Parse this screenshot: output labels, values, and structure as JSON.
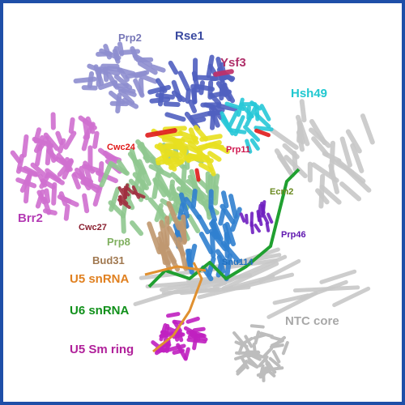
{
  "labels": {
    "prp2": {
      "text": "Prp2",
      "color": "#7878b8"
    },
    "rse1": {
      "text": "Rse1",
      "color": "#3a4aa0"
    },
    "ysf3": {
      "text": "Ysf3",
      "color": "#b0306a"
    },
    "hsh49": {
      "text": "Hsh49",
      "color": "#20c8d0"
    },
    "cwc24": {
      "text": "Cwc24",
      "color": "#e01818"
    },
    "prp11": {
      "text": "Prp11",
      "color": "#d01850"
    },
    "ecm2": {
      "text": "Ecm2",
      "color": "#6a8a20"
    },
    "brr2": {
      "text": "Brr2",
      "color": "#b43cb4"
    },
    "cwc27": {
      "text": "Cwc27",
      "color": "#8a2030"
    },
    "prp8": {
      "text": "Prp8",
      "color": "#80b060"
    },
    "bud31": {
      "text": "Bud31",
      "color": "#a07850"
    },
    "snu114": {
      "text": "Snu114",
      "color": "#2070c0"
    },
    "prp46": {
      "text": "Prp46",
      "color": "#6018b0"
    },
    "u5snrna": {
      "text": "U5 snRNA",
      "color": "#e08020"
    },
    "u6snrna": {
      "text": "U6 snRNA",
      "color": "#10901a"
    },
    "ntc": {
      "text": "NTC core",
      "color": "#a8a8a8"
    },
    "u5sm": {
      "text": "U5 Sm ring",
      "color": "#b0209a"
    }
  },
  "colors": {
    "frame": "#1f4fa8",
    "prp2": "#8e8ed0",
    "rse1": "#5060c0",
    "brr2": "#d070d0",
    "prp8": "#90c890",
    "yellow": "#e8e020",
    "cyan": "#28c8d8",
    "snu114": "#3080d0",
    "ntc": "#c8c8c8",
    "red": "#e02020",
    "u5sm": "#c020c0",
    "u6": "#20a030",
    "u5rna": "#e09030",
    "bud31": "#c09870",
    "prp46": "#7020c0"
  }
}
